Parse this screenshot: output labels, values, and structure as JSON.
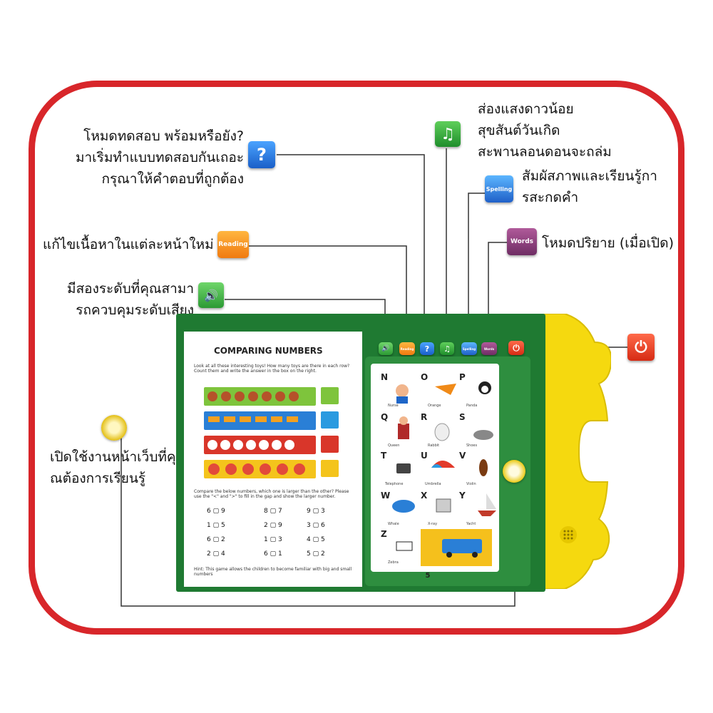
{
  "callouts": {
    "quiz": [
      "โหมดทดสอบ พร้อมหรือยัง?",
      "มาเริ่มทำแบบทดสอบกันเถอะ",
      "กรุณาให้คำตอบที่ถูกต้อง"
    ],
    "music": [
      "ส่องแสงดาวน้อย",
      "สุขสันต์วันเกิด",
      "สะพานลอนดอนจะถล่ม"
    ],
    "spelling": [
      "สัมผัสภาพและเรียนรู้กา",
      "รสะกดคำ"
    ],
    "reading": [
      "แก้ไขเนื้อหาในแต่ละหน้าใหม่"
    ],
    "words": [
      "โหมดปริยาย (เมื่อเปิด)"
    ],
    "volume": [
      "มีสองระดับที่คุณสามา",
      "รถควบคุมระดับเสียง"
    ],
    "page": [
      "เปิดใช้งานหน้าเว็บที่คุ",
      "ณต้องการเรียนรู้"
    ]
  },
  "icons": {
    "quiz": "?",
    "music": "♫",
    "spelling": "Spelling",
    "reading": "Reading",
    "words": "Words",
    "volume": "🔊",
    "power": "⏻"
  },
  "book": {
    "title": "COMPARING NUMBERS",
    "instructions": "Look at all these interesting toys! How many toys are there in each row? Count them and write the answer in the box on the right.",
    "compare_text": "Compare the below numbers, which one is larger than the other? Please use the \"<\" and \">\" to fill in the gap and show the larger number.",
    "comparisons": [
      [
        "6 ▢ 9",
        "8 ▢ 7",
        "9 ▢ 3"
      ],
      [
        "1 ▢ 5",
        "2 ▢ 9",
        "3 ▢ 6"
      ],
      [
        "6 ▢ 2",
        "1 ▢ 3",
        "4 ▢ 5"
      ],
      [
        "2 ▢ 4",
        "6 ▢ 1",
        "5 ▢ 2"
      ]
    ],
    "hint": "Hint: This game allows the children to become familiar with big and small numbers",
    "page_number": "5",
    "alphabet": [
      {
        "letter": "N",
        "word": "Nurse"
      },
      {
        "letter": "O",
        "word": "Orange"
      },
      {
        "letter": "P",
        "word": "Panda"
      },
      {
        "letter": "Q",
        "word": "Queen"
      },
      {
        "letter": "R",
        "word": "Rabbit"
      },
      {
        "letter": "S",
        "word": "Shoes"
      },
      {
        "letter": "T",
        "word": "Telephone"
      },
      {
        "letter": "U",
        "word": "Umbrella"
      },
      {
        "letter": "V",
        "word": "Violin"
      },
      {
        "letter": "W",
        "word": "Whale"
      },
      {
        "letter": "X",
        "word": "X-ray"
      },
      {
        "letter": "Y",
        "word": "Yacht"
      },
      {
        "letter": "Z",
        "word": "Zebra"
      }
    ]
  },
  "colors": {
    "frame": "#d8262a",
    "book_green": "#1f7a32",
    "bear_yellow": "#f5d90f"
  }
}
